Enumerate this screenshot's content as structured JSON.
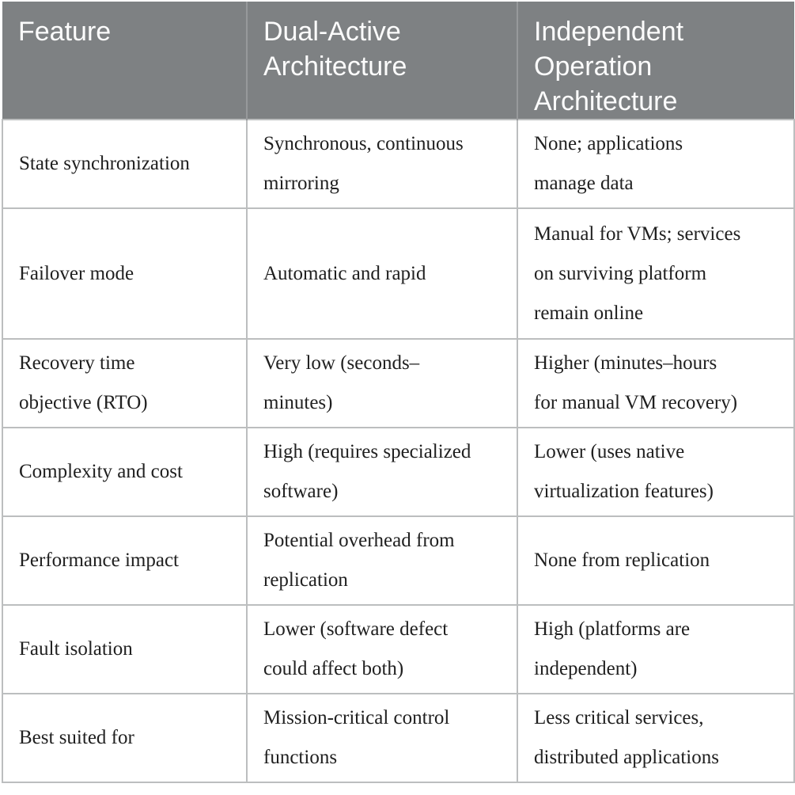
{
  "colors": {
    "header_background": "#7e8183",
    "header_text": "#fcfcfc",
    "header_divider": "#97999b",
    "body_border": "#bcbebf",
    "body_text": "#202020",
    "page_background": "#ffffff"
  },
  "table": {
    "header": {
      "columns": [
        "Feature",
        "Dual-Active\nArchitecture",
        "Independent\nOperation\nArchitecture"
      ]
    },
    "body": {
      "rows": [
        [
          "State synchronization",
          "Synchronous, continuous\nmirroring",
          "None; applications\nmanage data"
        ],
        [
          "Failover mode",
          "Automatic and rapid",
          "Manual for VMs; services\non surviving platform\nremain online"
        ],
        [
          "Recovery time\nobjective (RTO)",
          "Very low (seconds–\nminutes)",
          "Higher (minutes–hours\nfor manual VM recovery)"
        ],
        [
          "Complexity and cost",
          "High (requires specialized\nsoftware)",
          "Lower (uses native\nvirtualization features)"
        ],
        [
          "Performance impact",
          "Potential overhead from\nreplication",
          "None from replication"
        ],
        [
          "Fault isolation",
          "Lower (software defect\ncould affect both)",
          "High (platforms are\nindependent)"
        ],
        [
          "Best suited for",
          "Mission-critical control\nfunctions",
          "Less critical services,\ndistributed applications"
        ]
      ]
    }
  }
}
